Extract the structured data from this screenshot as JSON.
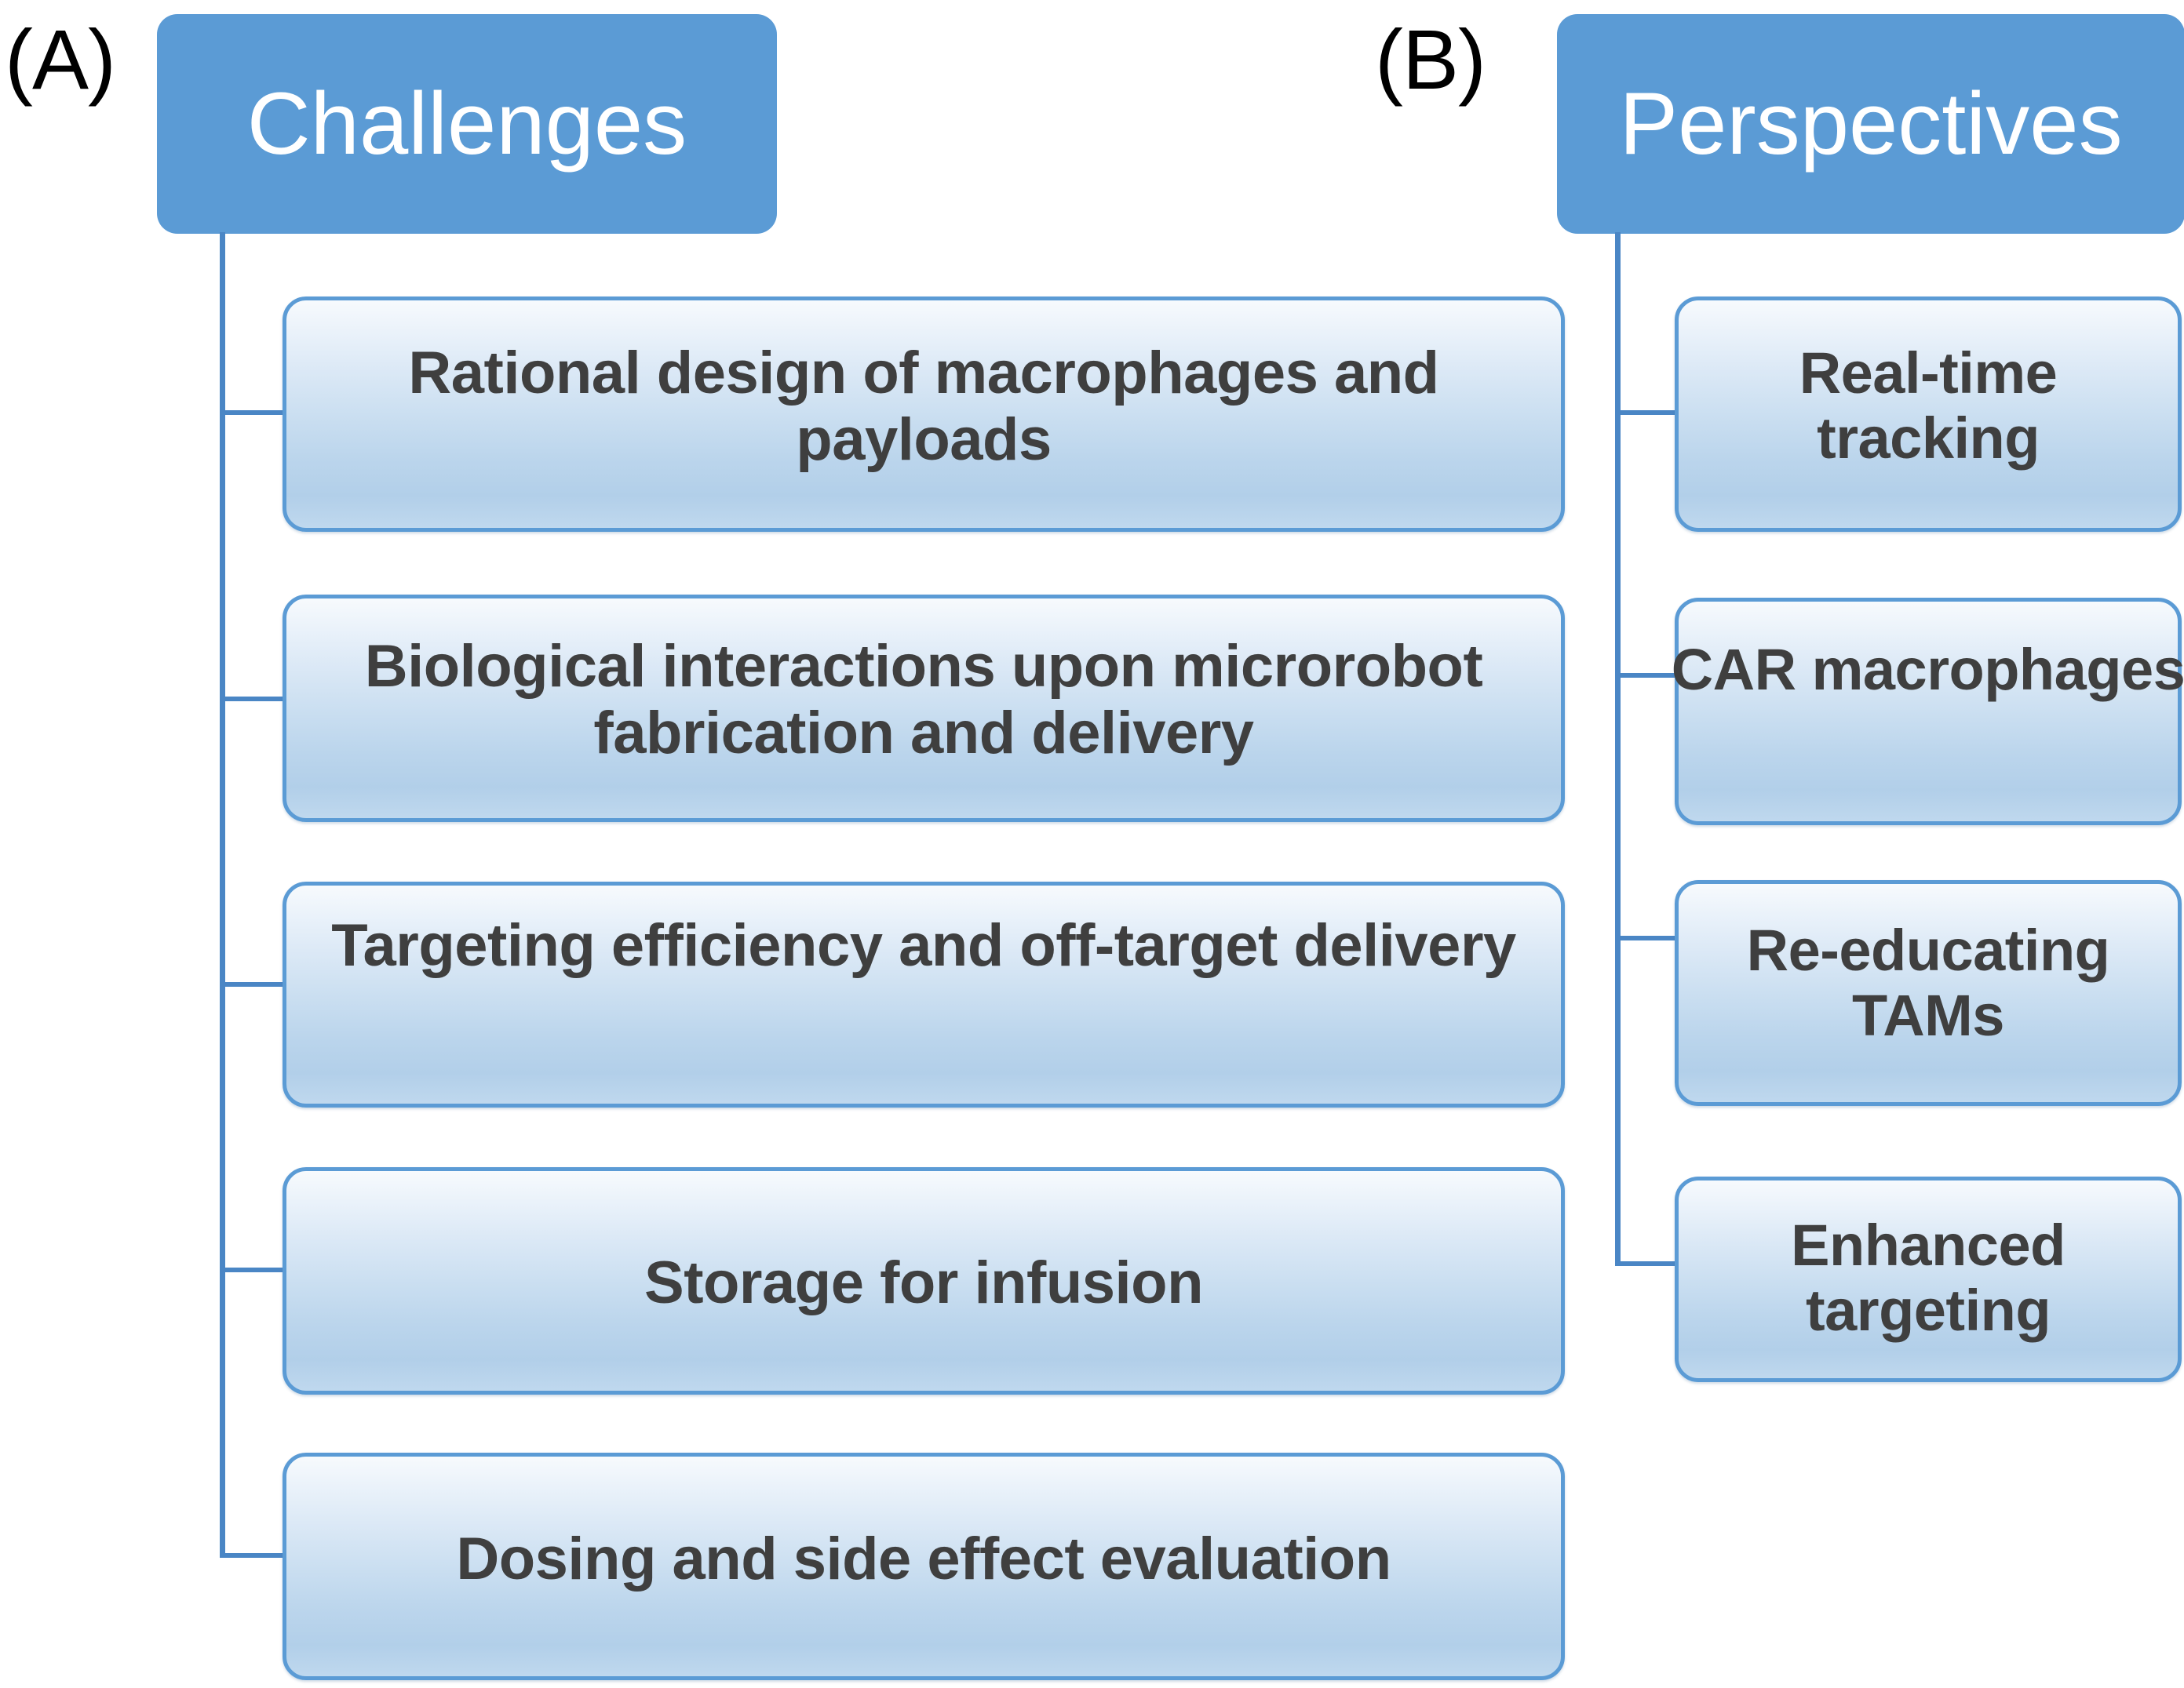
{
  "figure": {
    "type": "two-panel-hierarchy-diagram",
    "background_color": "#FFFFFF",
    "accent_color": "#5B9BD5",
    "connector_color": "#4A86C5",
    "node_text_color": "#3F3F3F",
    "header_text_color": "#FFFFFF"
  },
  "panels": [
    {
      "letter": "(A)",
      "header": "Challenges",
      "items": [
        {
          "label": "Rational design of macrophages and payloads"
        },
        {
          "label": "Biological interactions upon microrobot fabrication and delivery"
        },
        {
          "label": "Targeting efficiency and off-target delivery"
        },
        {
          "label": "Storage for infusion"
        },
        {
          "label": "Dosing and side effect evaluation"
        }
      ]
    },
    {
      "letter": "(B)",
      "header": "Perspectives",
      "items": [
        {
          "label": "Real-time tracking"
        },
        {
          "label": "CAR macrophages"
        },
        {
          "label": "Re-educating TAMs"
        },
        {
          "label": "Enhanced targeting"
        }
      ]
    }
  ]
}
